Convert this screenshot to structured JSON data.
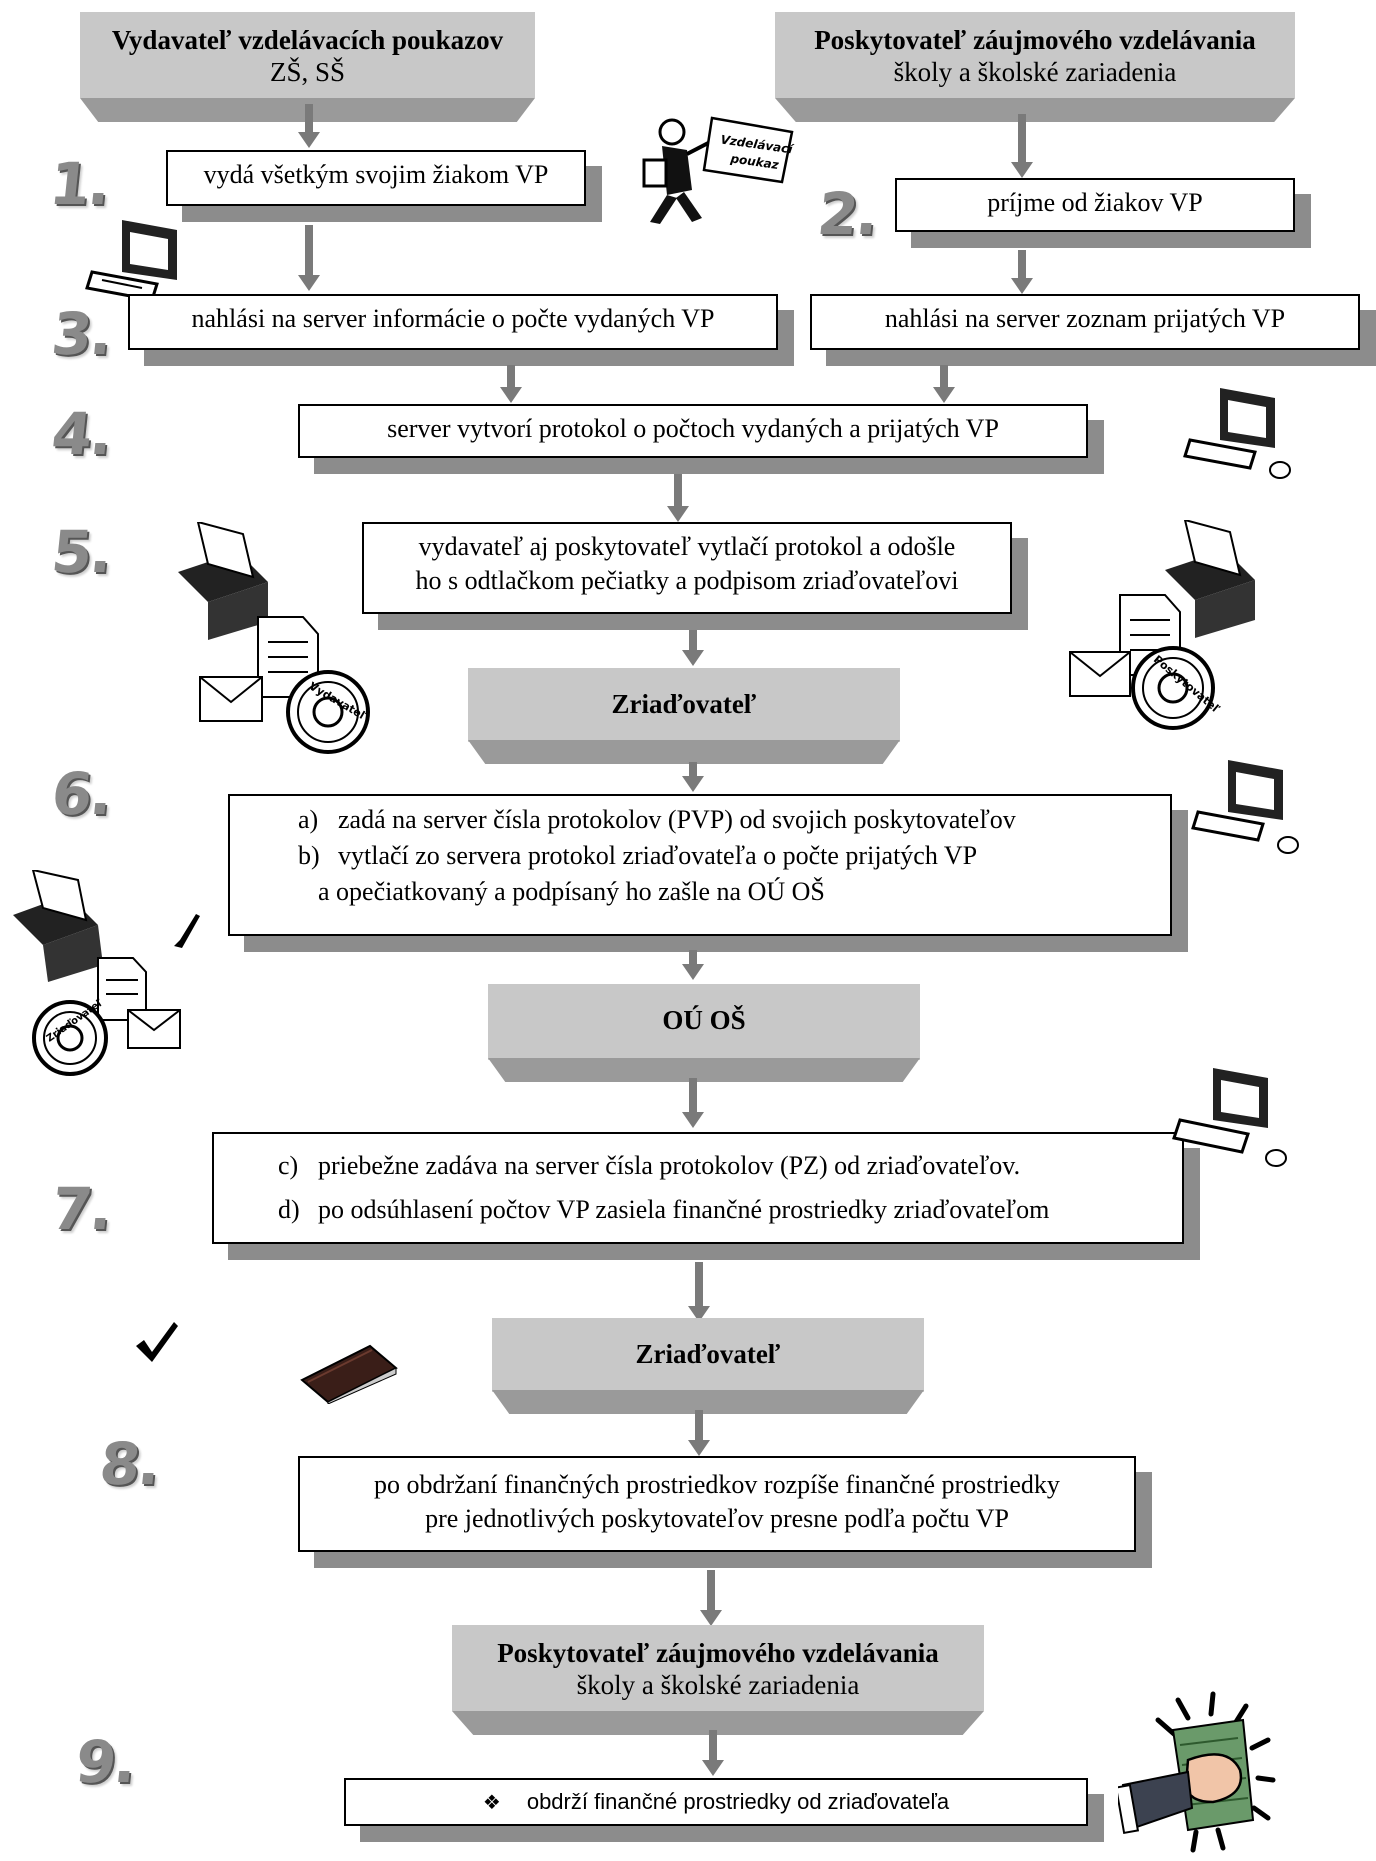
{
  "issuer": {
    "title": "Vydavateľ vzdelávacích poukazov",
    "subtitle": "ZŠ, SŠ"
  },
  "provider_top": {
    "title": "Poskytovateľ záujmového vzdelávania",
    "subtitle": "školy a školské zariadenia"
  },
  "steps": {
    "s1": "vydá všetkým svojim žiakom VP",
    "s2": "príjme od žiakov VP",
    "s3a": "nahlási na server informácie o počte vydaných VP",
    "s3b": "nahlási na server zoznam prijatých VP",
    "s4": "server vytvorí protokol o počtoch vydaných a prijatých VP",
    "s5_line1": "vydavateľ aj poskytovateľ vytlačí protokol a odošle",
    "s5_line2": "ho s odtlačkom pečiatky a podpisom zriaďovateľovi",
    "s6": [
      {
        "label": "a)",
        "text": "zadá na server čísla protokolov (PVP) od svojich poskytovateľov"
      },
      {
        "label": "b)",
        "text": "vytlačí zo servera protokol zriaďovateľa o počte prijatých VP"
      }
    ],
    "s6_cont": "a opečiatkovaný a podpísaný ho zašle na OÚ OŠ",
    "s7": [
      {
        "label": "c)",
        "text": "priebežne zadáva na server čísla protokolov (PZ) od zriaďovateľov."
      },
      {
        "label": "d)",
        "text": "po odsúhlasení počtov VP zasiela finančné prostriedky zriaďovateľom"
      }
    ],
    "s8_line1": "po obdržaní finančných prostriedkov rozpíše finančné prostriedky",
    "s8_line2": "pre jednotlivých poskytovateľov presne podľa počtu VP",
    "s9_bullet": "❖",
    "s9": "obdrží finančné prostriedky od zriaďovateľa"
  },
  "founder_1": "Zriaďovateľ",
  "office": "OÚ OŠ",
  "founder_2": "Zriaďovateľ",
  "provider_bottom": {
    "title": "Poskytovateľ záujmového vzdelávania",
    "subtitle": "školy a školské zariadenia"
  },
  "step_numbers": [
    "1.",
    "2.",
    "3.",
    "4.",
    "5.",
    "6.",
    "7.",
    "8.",
    "9."
  ],
  "voucher_label": [
    "Vzdelávací",
    "poukaz"
  ],
  "stamp_labels": {
    "left": "Vydavateľ",
    "right": "Poskytovateľ",
    "founder": "Zriaďovateľ"
  },
  "check_mark": "✔"
}
